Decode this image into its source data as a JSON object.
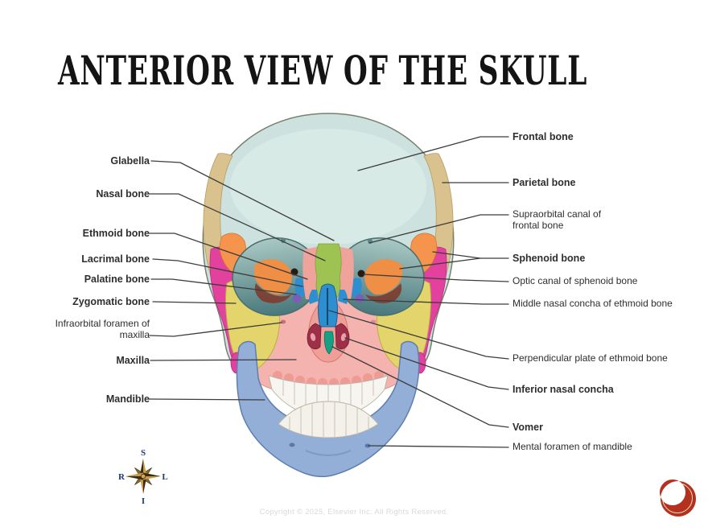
{
  "slide": {
    "title": "ANTERIOR VIEW OF THE SKULL"
  },
  "figure": {
    "left_labels": [
      {
        "text": "Glabella",
        "bold": true
      },
      {
        "text": "Nasal bone",
        "bold": true
      },
      {
        "text": "Ethmoid bone",
        "bold": true
      },
      {
        "text": "Lacrimal bone",
        "bold": true
      },
      {
        "text": "Palatine bone",
        "bold": true
      },
      {
        "text": "Zygomatic bone",
        "bold": true
      },
      {
        "text": "Infraorbital foramen of maxilla",
        "bold": false
      },
      {
        "text": "Maxilla",
        "bold": true
      },
      {
        "text": "Mandible",
        "bold": true
      }
    ],
    "right_labels": [
      {
        "text": "Frontal bone",
        "bold": true
      },
      {
        "text": "Parietal bone",
        "bold": true
      },
      {
        "text": "Supraorbital canal of frontal bone",
        "bold": false
      },
      {
        "text": "Sphenoid bone",
        "bold": true
      },
      {
        "text": "Optic canal of sphenoid bone",
        "bold": false
      },
      {
        "text": "Middle nasal concha of ethmoid bone",
        "bold": false
      },
      {
        "text": "Perpendicular plate of ethmoid bone",
        "bold": false
      },
      {
        "text": "Inferior nasal concha",
        "bold": true
      },
      {
        "text": "Vomer",
        "bold": true
      },
      {
        "text": "Mental foramen of mandible",
        "bold": false
      }
    ],
    "compass": {
      "top": "S",
      "bottom": "I",
      "left": "R",
      "right": "L"
    },
    "icons": {
      "compass": "compass-rose-icon",
      "logo": "red-crescent-logo-icon"
    }
  },
  "footer": {
    "copyright": "Copyright © 2025, Elsevier Inc. All Rights Reserved."
  },
  "colors": {
    "frontal_pale_blue": "#cde2de",
    "parietal_tan": "#d9c28e",
    "temporal_magenta": "#e2419e",
    "sphenoid_orange": "#f5954d",
    "glabella_green": "#9fc353",
    "zygomatic_yellow": "#e3d56b",
    "maxilla_pink": "#f4b3ae",
    "lacrimal_blue": "#2e8fd0",
    "concha_maroon": "#9e2f49",
    "vomer_teal": "#17a184",
    "palatine_purple": "#7a5fb5",
    "mandible_blue": "#93aed7",
    "leader_line": "#3c3c3c",
    "title_black": "#141414",
    "compass_letter_navy": "#1c3a6e",
    "logo_red": "#b5311f",
    "copyright_gray": "#d9d9d5"
  }
}
